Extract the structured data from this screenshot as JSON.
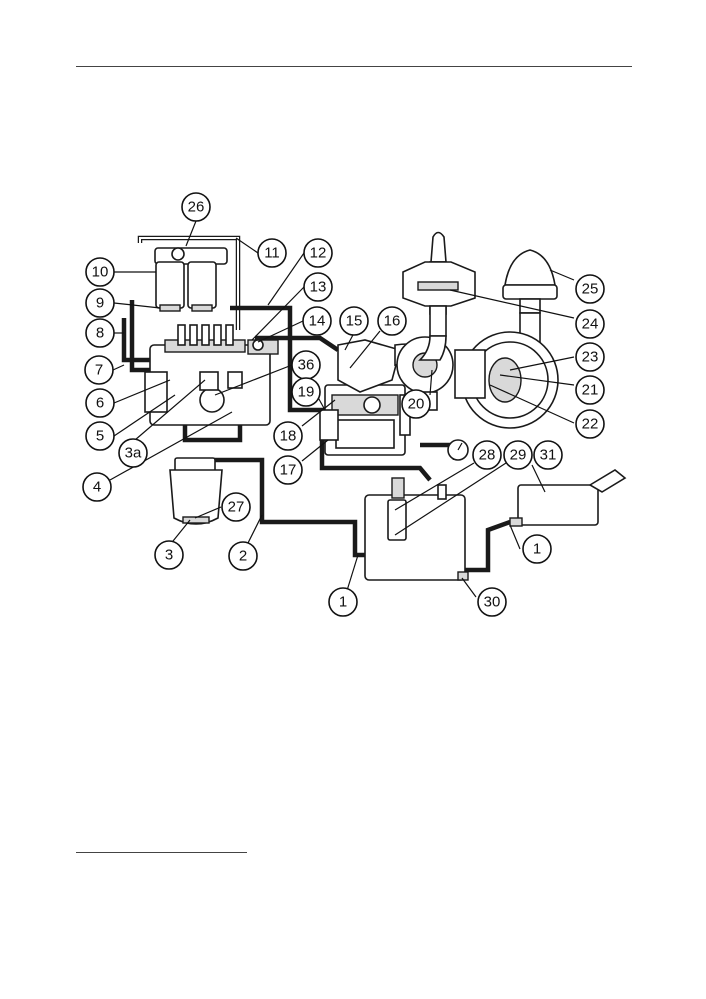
{
  "labels": [
    {
      "id": "c26",
      "text": "26"
    },
    {
      "id": "c11",
      "text": "11"
    },
    {
      "id": "c12",
      "text": "12"
    },
    {
      "id": "c10",
      "text": "10"
    },
    {
      "id": "c13",
      "text": "13"
    },
    {
      "id": "c9",
      "text": "9"
    },
    {
      "id": "c14",
      "text": "14"
    },
    {
      "id": "c15",
      "text": "15"
    },
    {
      "id": "c16",
      "text": "16"
    },
    {
      "id": "c8",
      "text": "8"
    },
    {
      "id": "c7",
      "text": "7"
    },
    {
      "id": "c36",
      "text": "36"
    },
    {
      "id": "c6",
      "text": "6"
    },
    {
      "id": "c19",
      "text": "19"
    },
    {
      "id": "c5",
      "text": "5"
    },
    {
      "id": "c3a",
      "text": "3a"
    },
    {
      "id": "c18",
      "text": "18"
    },
    {
      "id": "c4",
      "text": "4"
    },
    {
      "id": "c17",
      "text": "17"
    },
    {
      "id": "c20",
      "text": "20"
    },
    {
      "id": "c25",
      "text": "25"
    },
    {
      "id": "c24",
      "text": "24"
    },
    {
      "id": "c23",
      "text": "23"
    },
    {
      "id": "c21",
      "text": "21"
    },
    {
      "id": "c22",
      "text": "22"
    },
    {
      "id": "c28",
      "text": "28"
    },
    {
      "id": "c29",
      "text": "29"
    },
    {
      "id": "c31",
      "text": "31"
    },
    {
      "id": "c27",
      "text": "27"
    },
    {
      "id": "c3",
      "text": "3"
    },
    {
      "id": "c2",
      "text": "2"
    },
    {
      "id": "c1a",
      "text": "1"
    },
    {
      "id": "c1b",
      "text": "1"
    },
    {
      "id": "c30",
      "text": "30"
    }
  ]
}
